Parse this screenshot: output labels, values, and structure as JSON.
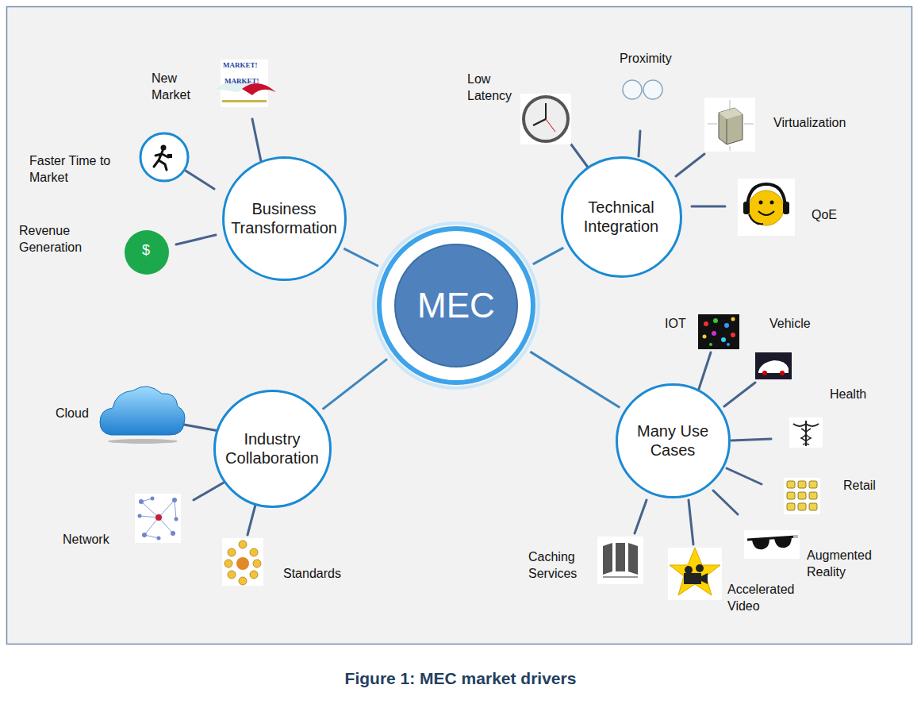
{
  "diagram": {
    "caption": "Figure 1: MEC market drivers",
    "nodes": [
      {
        "text": [
          "Business Transformation"
        ]
      },
      {
        "text": [
          "Technical Integration"
        ]
      },
      {
        "text": [
          "MEC"
        ]
      },
      {
        "text": [
          "Many Use Cases"
        ]
      },
      {
        "text": [
          "Industry Collaboration"
        ]
      }
    ],
    "edges": [
      {
        "from": 2,
        "to": 0,
        "arrow": "none"
      },
      {
        "from": 2,
        "to": 1,
        "arrow": "none"
      },
      {
        "from": 2,
        "to": 3,
        "arrow": "none"
      },
      {
        "from": 2,
        "to": 4,
        "arrow": "none"
      }
    ],
    "labels": [
      "New Market",
      "MARKET!",
      "MARKET!",
      "Faster Time to Market",
      "Revenue Generation",
      "$",
      "Low Latency",
      "Proximity",
      "Virtualization",
      "QoE",
      "IOT",
      "Vehicle",
      "Health",
      "Retail",
      "Augmented Reality",
      "Accelerated Video",
      "Caching Services",
      "Cloud",
      "Network",
      "Standards"
    ]
  }
}
